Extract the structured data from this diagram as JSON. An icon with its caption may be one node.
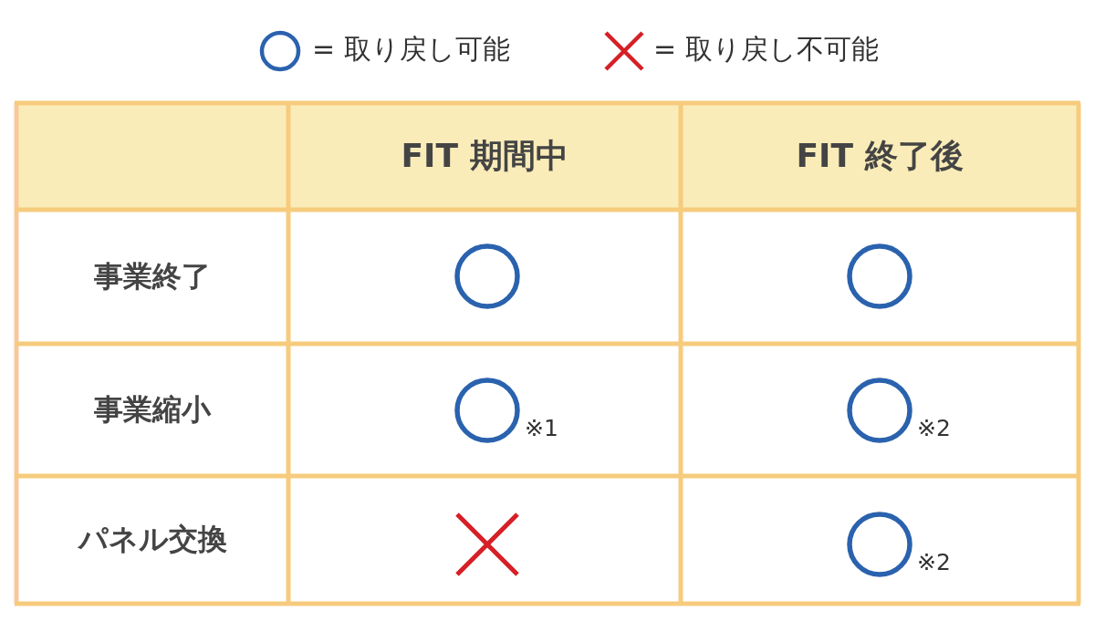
{
  "diagram": {
    "nodes": [
      {
        "text": [],
        "shape": "circle"
      },
      {
        "text": [],
        "shape": "circle"
      },
      {
        "text": [],
        "shape": "circle",
        "beside": [
          "※1"
        ]
      },
      {
        "text": [],
        "shape": "circle",
        "beside": [
          "※2"
        ]
      },
      {
        "text": [],
        "shape": "cross"
      },
      {
        "text": [],
        "shape": "circle",
        "beside": [
          "※2"
        ]
      }
    ],
    "labels": [
      "FIT 期間中",
      "FIT 終了後",
      "事業終了",
      "事業縮小",
      "パネル交換"
    ],
    "legend": [
      {
        "text": "= 取り戻し可能"
      },
      {
        "text": "= 取り戻し不可能"
      }
    ]
  }
}
